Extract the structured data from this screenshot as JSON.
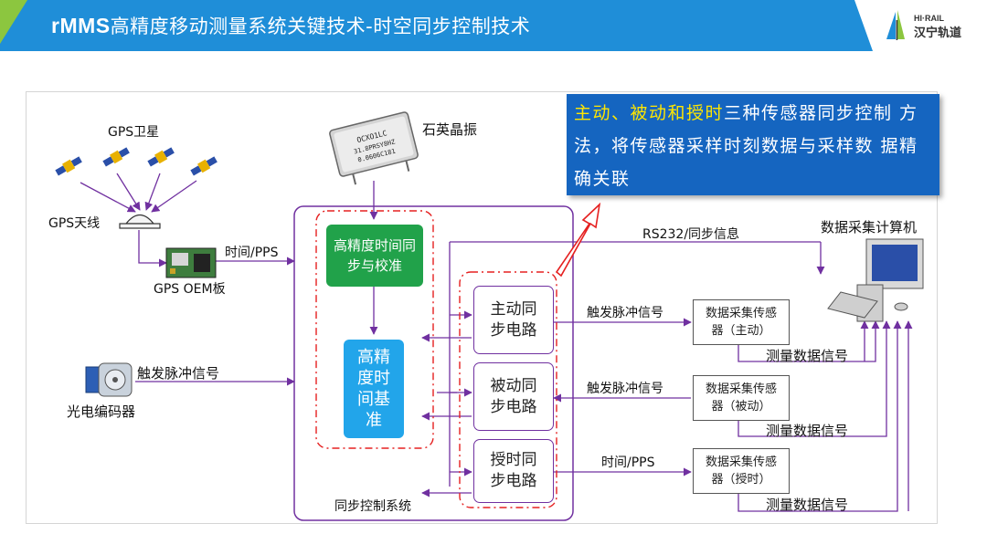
{
  "header": {
    "title_en": "rMMS",
    "title_cn_1": "高精度移动测量系统关键技术",
    "title_dash": "-",
    "title_cn_2": "时空同步控制技术",
    "logo_en": "HI·RAIL",
    "logo_cn": "汉宁轨道",
    "bar_color": "#1f8ed8",
    "accent_color": "#8cc63f"
  },
  "highlight": {
    "emphasis": "主动、被动和授时",
    "text": "三种传感器同步控制 方法，将传感器采样时刻数据与采样数 据精确关联"
  },
  "diagram": {
    "gps_satellite": "GPS卫星",
    "gps_antenna": "GPS天线",
    "gps_oem": "GPS OEM板",
    "time_pps_in": "时间/PPS",
    "quartz": "石英晶振",
    "encoder": "光电编码器",
    "trigger_pulse_in": "触发脉冲信号",
    "high_precision_sync": "高精度时间同步与校准",
    "time_base": "高精度时间基准",
    "active_circuit": "主动同步电路",
    "passive_circuit": "被动同步电路",
    "timing_circuit": "授时同步电路",
    "sync_system": "同步控制系统",
    "rs232": "RS232/同步信息",
    "computer": "数据采集计算机",
    "trigger_pulse_1": "触发脉冲信号",
    "trigger_pulse_2": "触发脉冲信号",
    "time_pps_out": "时间/PPS",
    "daq_active": "数据采集传感器（主动）",
    "daq_passive": "数据采集传感器（被动）",
    "daq_timing": "数据采集传感器（授时）",
    "measure_1": "测量数据信号",
    "measure_2": "测量数据信号",
    "measure_3": "测量数据信号",
    "chip_text_1": "OCXO1LC",
    "chip_text_2": "31.8PRSY8HZ",
    "chip_text_3": "0.0606C181"
  }
}
